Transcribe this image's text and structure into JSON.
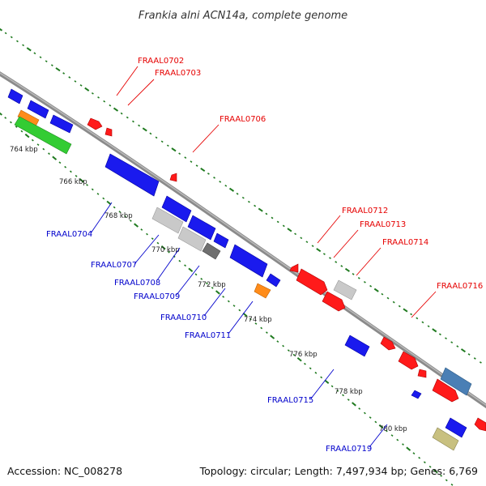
{
  "title": "Frankia alni ACN14a, complete genome",
  "footer": {
    "accession": "Accession: NC_008278",
    "summary": "Topology: circular; Length: 7,497,934 bp; Genes: 6,769"
  },
  "colors": {
    "forward_label": "#e60000",
    "reverse_label": "#0000cc",
    "backbone": "#888888",
    "tick": "#1f7a1f",
    "red": "#ff1a1a",
    "blue": "#1a1aee",
    "gray": "#c9c9c9",
    "darkgray": "#6f6f6f",
    "orange": "#ff8c1a",
    "green": "#33cc33",
    "steelblue": "#4a7fb5",
    "khaki": "#c8c080"
  },
  "kbp_labels": [
    "764 kbp",
    "766 kbp",
    "768 kbp",
    "770 kbp",
    "772 kbp",
    "774 kbp",
    "776 kbp",
    "778 kbp",
    "780 kbp"
  ],
  "forward_labels": [
    "FRAAL0702",
    "FRAAL0703",
    "FRAAL0706",
    "FRAAL0712",
    "FRAAL0713",
    "FRAAL0714",
    "FRAAL0716"
  ],
  "reverse_labels": [
    "FRAAL0704",
    "FRAAL0707",
    "FRAAL0708",
    "FRAAL0709",
    "FRAAL0710",
    "FRAAL0711",
    "FRAAL0715",
    "FRAAL0719"
  ]
}
